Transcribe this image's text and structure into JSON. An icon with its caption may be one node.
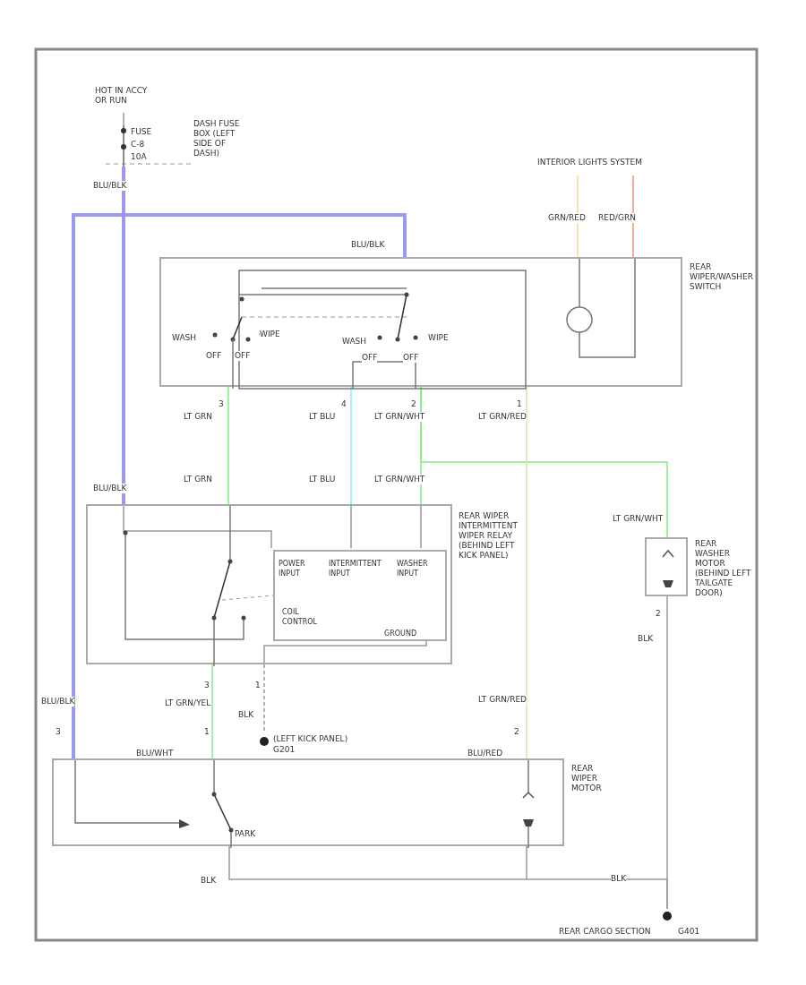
{
  "diagram": {
    "nodes": [
      {
        "text": [
          "HOT IN ACCY OR RUN"
        ]
      },
      {
        "text": [
          "FUSE",
          "C-8",
          "10A"
        ]
      },
      {
        "text": [
          "INTERIOR LIGHTS SYSTEM"
        ]
      },
      {
        "text": [
          "REAR WIPER/WASHER SWITCH"
        ]
      },
      {
        "text": [
          "REAR WIPER INTERMITTENT WIPER RELAY (BEHIND LEFT KICK PANEL)"
        ]
      },
      {
        "text": [
          "POWER INPUT",
          "INTERMITTENT INPUT",
          "WASHER INPUT",
          "COIL CONTROL",
          "GROUND"
        ],
        "in": 4
      },
      {
        "text": [
          "REAR WASHER MOTOR (BEHIND LEFT TAILGATE DOOR)"
        ]
      },
      {
        "text": [
          "REAR WIPER MOTOR"
        ],
        "beside": [
          "BLU/WHT",
          "BLU/RED"
        ]
      },
      {
        "text": [
          "(LEFT KICK PANEL)",
          "G201"
        ]
      },
      {
        "text": [
          "REAR CARGO SECTION",
          "G401"
        ]
      }
    ],
    "edges": [
      {
        "from": 0,
        "to": 1,
        "arrow": "none"
      },
      {
        "from": 1,
        "to": 3,
        "arrow": "none",
        "label": "BLU/BLK",
        "style": "thick",
        "color": "#9a9aee"
      },
      {
        "from": 1,
        "to": 4,
        "arrow": "none",
        "label": "BLU/BLK",
        "style": "thick",
        "color": "#9a9aee"
      },
      {
        "from": 1,
        "to": 7,
        "arrow": "none",
        "label": "BLU/BLK",
        "style": "thick",
        "color": "#9a9aee"
      },
      {
        "from": 2,
        "to": 3,
        "arrow": "none",
        "label": "GRN/RED",
        "color": "#f0d8a0"
      },
      {
        "from": 2,
        "to": 3,
        "arrow": "none",
        "label": "RED/GRN",
        "color": "#f09070"
      },
      {
        "from": 3,
        "to": 4,
        "arrow": "none",
        "label": "LT GRN",
        "color": "#80f080"
      },
      {
        "from": 3,
        "to": 4,
        "arrow": "none",
        "label": "LT BLU",
        "color": "#80f0f0"
      },
      {
        "from": 3,
        "to": 4,
        "arrow": "none",
        "label": "LT GRN/WHT",
        "color": "#80f080"
      },
      {
        "from": 3,
        "to": 6,
        "arrow": "none",
        "label": "LT GRN/WHT",
        "color": "#80f080"
      },
      {
        "from": 3,
        "to": 7,
        "arrow": "none",
        "label": "LT GRN/RED",
        "color": "#e0e0a0"
      },
      {
        "from": 4,
        "to": 7,
        "arrow": "none",
        "label": "LT GRN/YEL",
        "color": "#90e890"
      },
      {
        "from": 4,
        "to": 8,
        "arrow": "none",
        "label": "BLK",
        "style": "dashed"
      },
      {
        "from": 6,
        "to": 9,
        "arrow": "none",
        "label": "BLK"
      },
      {
        "from": 7,
        "to": 9,
        "arrow": "none",
        "label": "BLK"
      },
      {
        "from": 4,
        "to": 5,
        "arrow": "none"
      },
      {
        "from": 4,
        "to": 5,
        "arrow": "none"
      },
      {
        "from": 4,
        "to": 5,
        "arrow": "none"
      },
      {
        "from": 5,
        "to": 4,
        "arrow": "none"
      }
    ],
    "labels": [
      "DASH FUSE BOX (LEFT SIDE OF DASH)",
      "BLU/BLK",
      "WASH",
      "OFF",
      "OFF",
      "WIPE",
      "WASH",
      "OFF",
      "OFF",
      "WIPE",
      "3",
      "LT GRN",
      "4",
      "LT BLU",
      "2",
      "LT GRN/WHT",
      "1",
      "LT GRN/RED",
      "3",
      "1",
      "2",
      "3",
      "1",
      "2",
      "PARK",
      "BLK"
    ]
  }
}
